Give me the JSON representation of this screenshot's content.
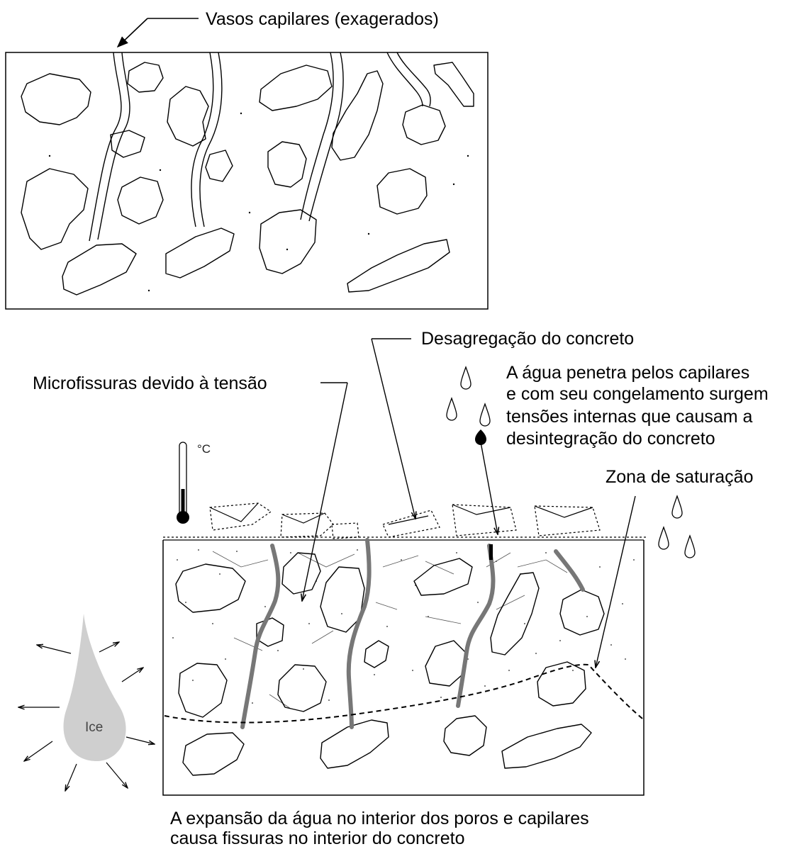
{
  "labels": {
    "capillaries": "Vasos capilares (exagerados)",
    "disaggregation": "Desagregação do concreto",
    "microcracks": "Microfissuras devido à tensão",
    "water_penetrates": [
      "A água penetra pelos capilares",
      "e com seu congelamento surgem",
      "tensões internas que causam a",
      "desintegração do concreto"
    ],
    "saturation_zone": "Zona de saturação",
    "expansion": [
      "A expansão da água no interior dos poros e capilares",
      "causa fissuras no interior do concreto"
    ],
    "ice": "Ice",
    "thermometer_unit": "°C"
  },
  "colors": {
    "ink": "#000000",
    "crack": "#777777",
    "ice": "#cfcfcf",
    "background": "#ffffff"
  }
}
